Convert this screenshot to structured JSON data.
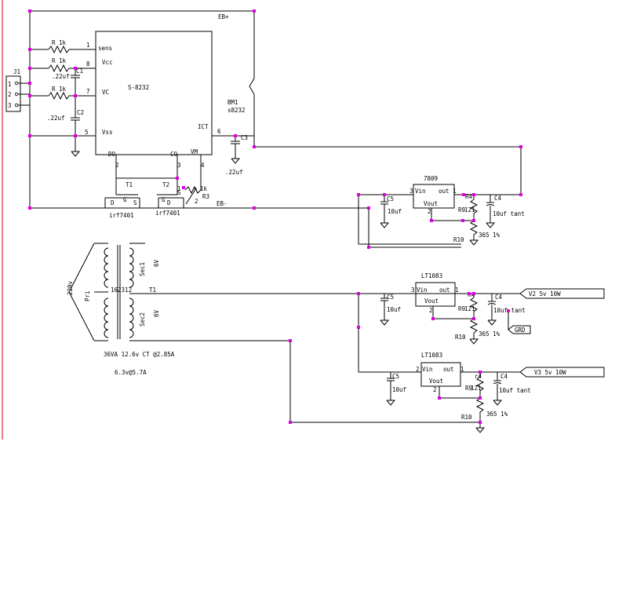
{
  "schematic": {
    "nets": {
      "eb_plus": "EB+",
      "eb_minus": "EB-"
    },
    "connector": {
      "ref": "J1",
      "pins": [
        "1",
        "2",
        "3"
      ]
    },
    "chip": {
      "name": "S-8232",
      "pins": {
        "sens": "sens",
        "vcc": "Vcc",
        "vc": "VC",
        "vss": "Vss",
        "ict": "ICT",
        "do": "DO",
        "co": "CO",
        "vm": "VM"
      },
      "pin_numbers": {
        "p1": "1",
        "p8": "8",
        "p7": "7",
        "p5": "5",
        "p6": "6",
        "p2": "2",
        "p3": "3",
        "p4": "4"
      }
    },
    "chip_label": {
      "ref": "BM1",
      "part": "s8232"
    },
    "input_parts": {
      "r1": "R 1k",
      "r2": "R 1k",
      "r3": "R 1k",
      "c1_value": ".22uf",
      "c1_ref": "C1",
      "c2_ref": "C2",
      "c2_value": ".22uf",
      "c3_ref": "C3",
      "c3_value": ".22uf"
    },
    "mosfets": {
      "t1": "T1",
      "t2": "T2",
      "part1": "irf7401",
      "part2": "irf7401",
      "g1": "G",
      "d1": "D",
      "s1": "S",
      "g2": "G",
      "d2": "D",
      "s2": "S",
      "r3": "R3",
      "r3_value": "1k",
      "r3_pin1": "1",
      "r3_pin2": "2"
    },
    "transformer": {
      "pri": "Pri",
      "v220": "220v",
      "sec1": "Sec1",
      "sec2": "Sec2",
      "v6a": "6V",
      "v6b": "6V",
      "pin_a": "162312",
      "pin_b": "T1",
      "rating": "36VA 12.6v CT @2.85A",
      "rating2": "6.3v@5.7A"
    },
    "reg1": {
      "name": "7809",
      "vin": "Vin",
      "out": "out",
      "vout": "Vout",
      "pin3": "3",
      "pin1": "1",
      "pin2": "2",
      "c5": "C5",
      "c5_value": "10uf",
      "c4": "C4",
      "c4_value": "10uf tant",
      "r9": "R9",
      "r9_value": "121",
      "r10": "R10",
      "r10_value": "365 1%",
      "r4": "R4"
    },
    "reg2": {
      "name": "LT1083",
      "vin": "Vin",
      "out": "out",
      "vout": "Vout",
      "pin3": "3",
      "pin1": "1",
      "pin2": "2",
      "c5": "C5",
      "c5_value": "10uf",
      "c4": "C4",
      "c4_value": "10uf tant",
      "r9": "R9",
      "r9_value": "121",
      "r10": "R10",
      "r10_value": "365 1%",
      "r4": "R4",
      "output": "V2 5v 10W",
      "gnd": "GRD"
    },
    "reg3": {
      "name": "LT1083",
      "vin": "Vin",
      "out": "out",
      "vout": "Vout",
      "pin3": "2",
      "pin1": "1",
      "pin2": "2",
      "c5": "C5",
      "c5_value": "10uf",
      "c4": "C4",
      "c4_value": "10uf tant",
      "r9": "R9",
      "r9_value": "121",
      "r10": "R10",
      "r10_value": "365 1%",
      "r4": "r4",
      "output": "V3 5v 10W"
    }
  }
}
